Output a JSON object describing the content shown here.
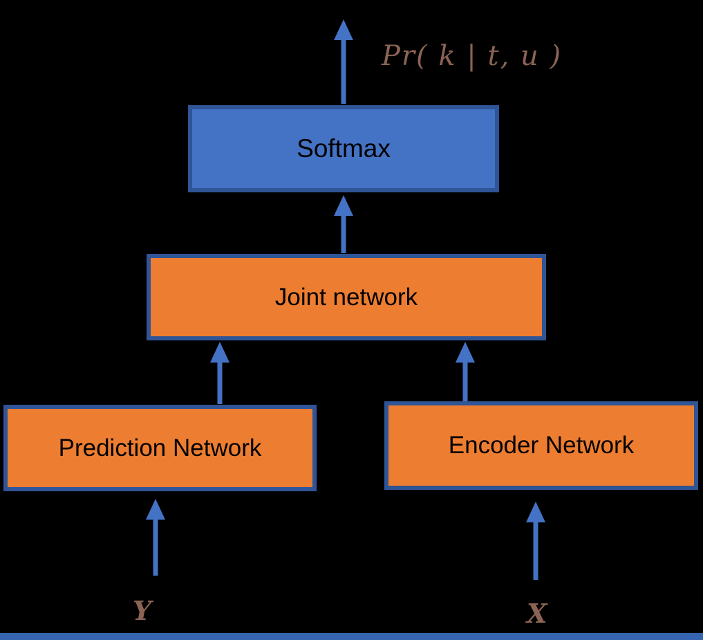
{
  "nodes": {
    "softmax": {
      "label": "Softmax",
      "fill": "#4472C4"
    },
    "joint": {
      "label": "Joint network",
      "fill": "#ED7D31"
    },
    "prediction": {
      "label": "Prediction Network",
      "fill": "#ED7D31"
    },
    "encoder": {
      "label": "Encoder Network",
      "fill": "#ED7D31"
    }
  },
  "labels": {
    "output": "Pr( k  |  t, u )",
    "prediction_input": "Y",
    "encoder_input": "X"
  },
  "colors": {
    "background": "#000000",
    "arrow_blue": "#4472C4",
    "box_border_blue": "#2F5597",
    "softmax_fill_blue": "#4472C4",
    "network_fill_orange": "#ED7D31",
    "math_label_brown": "#8B6355",
    "box_text": "#000000",
    "bottom_bar_blue": "#3565B0"
  }
}
